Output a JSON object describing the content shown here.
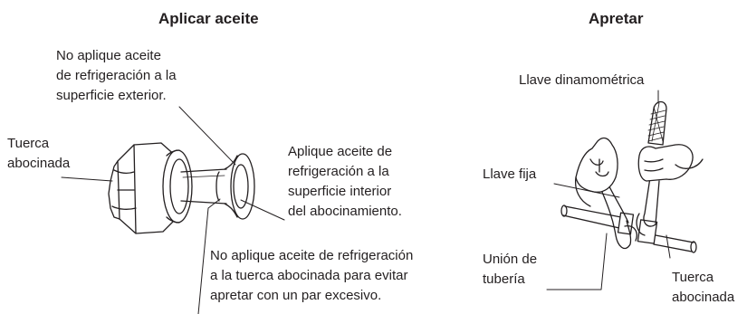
{
  "titles": {
    "apply_oil": "Aplicar aceite",
    "tighten": "Apretar"
  },
  "labels": {
    "no_oil_outside": "No aplique aceite\nde refrigeración a la\nsuperficie exterior.",
    "flare_nut_left": "Tuerca\nabocinada",
    "apply_oil_inside": "Aplique aceite de\nrefrigeración a la\nsuperficie interior\ndel abocinamiento.",
    "no_oil_nut": "No aplique aceite de refrigeración\na la tuerca abocinada para evitar\napretar con un par excesivo.",
    "torque_wrench": "Llave dinamométrica",
    "fixed_wrench": "Llave fija",
    "pipe_union": "Unión de\ntubería",
    "flare_nut_right": "Tuerca\nabocinada"
  },
  "colors": {
    "line": "#231f20",
    "fill": "#ffffff"
  }
}
